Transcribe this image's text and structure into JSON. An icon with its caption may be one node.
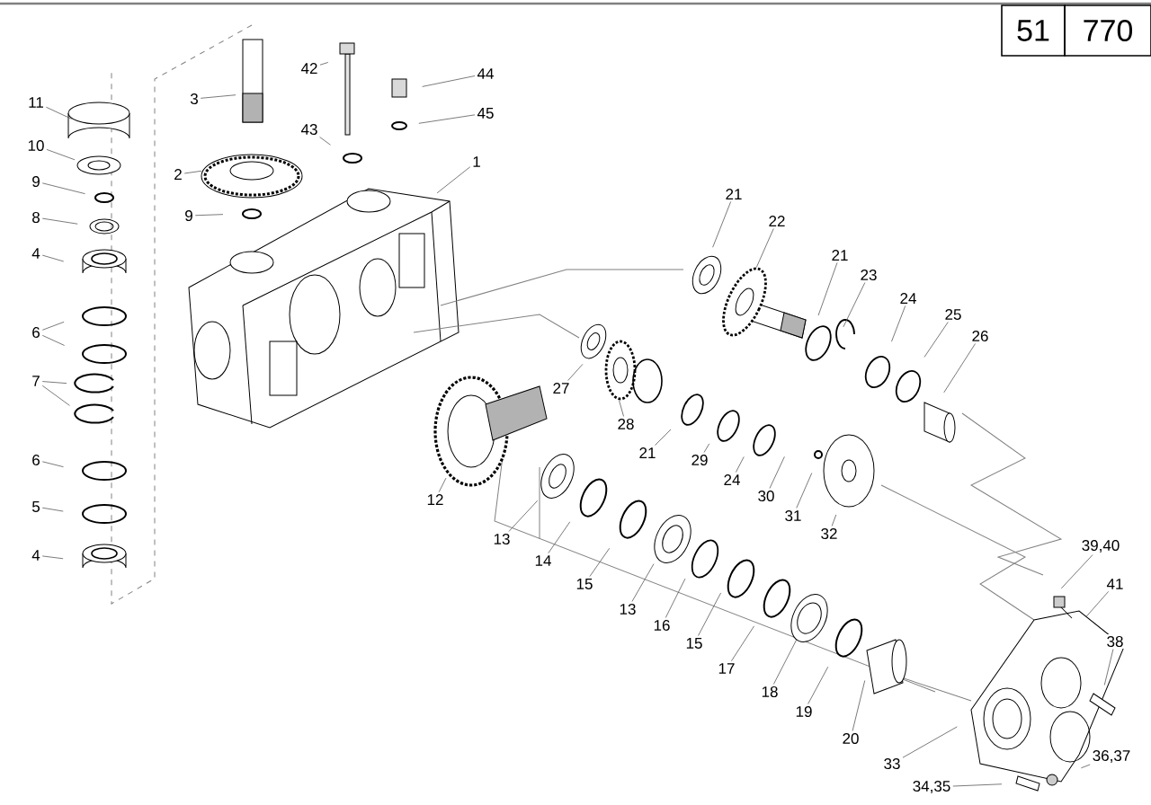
{
  "diagram": {
    "nodes": [
      {
        "text": [
          "11"
        ]
      },
      {
        "text": [
          "10"
        ]
      },
      {
        "text": [
          "9"
        ]
      },
      {
        "text": [
          "8"
        ]
      },
      {
        "text": [
          "4"
        ]
      },
      {
        "text": [
          "6"
        ]
      },
      {
        "text": [
          "7"
        ]
      },
      {
        "text": [
          "6"
        ]
      },
      {
        "text": [
          "5"
        ]
      },
      {
        "text": [
          "4"
        ]
      },
      {
        "text": [
          "3"
        ]
      },
      {
        "text": [
          "2"
        ]
      },
      {
        "text": [
          "9"
        ]
      },
      {
        "text": [
          "42"
        ]
      },
      {
        "text": [
          "43"
        ]
      },
      {
        "text": [
          "44"
        ]
      },
      {
        "text": [
          "45"
        ]
      },
      {
        "text": [
          "1"
        ]
      },
      {
        "text": [
          "21"
        ]
      },
      {
        "text": [
          "22"
        ]
      },
      {
        "text": [
          "21"
        ]
      },
      {
        "text": [
          "23"
        ]
      },
      {
        "text": [
          "24"
        ]
      },
      {
        "text": [
          "25"
        ]
      },
      {
        "text": [
          "26"
        ]
      },
      {
        "text": [
          "27"
        ]
      },
      {
        "text": [
          "28"
        ]
      },
      {
        "text": [
          "21"
        ]
      },
      {
        "text": [
          "29"
        ]
      },
      {
        "text": [
          "24"
        ]
      },
      {
        "text": [
          "30"
        ]
      },
      {
        "text": [
          "31"
        ]
      },
      {
        "text": [
          "32"
        ]
      },
      {
        "text": [
          "12"
        ]
      },
      {
        "text": [
          "13"
        ]
      },
      {
        "text": [
          "14"
        ]
      },
      {
        "text": [
          "15"
        ]
      },
      {
        "text": [
          "13"
        ]
      },
      {
        "text": [
          "16"
        ]
      },
      {
        "text": [
          "15"
        ]
      },
      {
        "text": [
          "17"
        ]
      },
      {
        "text": [
          "18"
        ]
      },
      {
        "text": [
          "19"
        ]
      },
      {
        "text": [
          "20"
        ]
      },
      {
        "text": [
          "33"
        ]
      },
      {
        "text": [
          "34,35"
        ]
      },
      {
        "text": [
          "36,37"
        ]
      },
      {
        "text": [
          "38"
        ]
      },
      {
        "text": [
          "39,40"
        ]
      },
      {
        "text": [
          "41"
        ]
      }
    ],
    "edges": [
      {
        "from": 0,
        "to": null,
        "arrow": "none"
      },
      {
        "from": 1,
        "to": null,
        "arrow": "none"
      },
      {
        "from": 2,
        "to": null,
        "arrow": "none"
      },
      {
        "from": 3,
        "to": null,
        "arrow": "none"
      },
      {
        "from": 4,
        "to": null,
        "arrow": "none"
      },
      {
        "from": 5,
        "to": null,
        "arrow": "none"
      },
      {
        "from": 5,
        "to": null,
        "arrow": "none"
      },
      {
        "from": 6,
        "to": null,
        "arrow": "none"
      },
      {
        "from": 6,
        "to": null,
        "arrow": "none"
      },
      {
        "from": 7,
        "to": null,
        "arrow": "none"
      },
      {
        "from": 8,
        "to": null,
        "arrow": "none"
      },
      {
        "from": 9,
        "to": null,
        "arrow": "none"
      },
      {
        "from": 10,
        "to": null,
        "arrow": "none"
      },
      {
        "from": 11,
        "to": null,
        "arrow": "none"
      },
      {
        "from": 12,
        "to": null,
        "arrow": "none"
      },
      {
        "from": 13,
        "to": null,
        "arrow": "none"
      },
      {
        "from": 14,
        "to": null,
        "arrow": "none"
      },
      {
        "from": 15,
        "to": null,
        "arrow": "none"
      },
      {
        "from": 16,
        "to": null,
        "arrow": "none"
      },
      {
        "from": 17,
        "to": null,
        "arrow": "none"
      },
      {
        "from": 18,
        "to": null,
        "arrow": "none"
      },
      {
        "from": 19,
        "to": null,
        "arrow": "none"
      },
      {
        "from": 20,
        "to": null,
        "arrow": "none"
      },
      {
        "from": 21,
        "to": null,
        "arrow": "none"
      },
      {
        "from": 22,
        "to": null,
        "arrow": "none"
      },
      {
        "from": 23,
        "to": null,
        "arrow": "none"
      },
      {
        "from": 24,
        "to": null,
        "arrow": "none"
      },
      {
        "from": 25,
        "to": null,
        "arrow": "none"
      },
      {
        "from": 26,
        "to": null,
        "arrow": "none"
      },
      {
        "from": 27,
        "to": null,
        "arrow": "none"
      },
      {
        "from": 28,
        "to": null,
        "arrow": "none"
      },
      {
        "from": 29,
        "to": null,
        "arrow": "none"
      },
      {
        "from": 30,
        "to": null,
        "arrow": "none"
      },
      {
        "from": 31,
        "to": null,
        "arrow": "none"
      },
      {
        "from": 32,
        "to": null,
        "arrow": "none"
      },
      {
        "from": 33,
        "to": null,
        "arrow": "none"
      },
      {
        "from": 34,
        "to": null,
        "arrow": "none"
      },
      {
        "from": 35,
        "to": null,
        "arrow": "none"
      },
      {
        "from": 36,
        "to": null,
        "arrow": "none"
      },
      {
        "from": 37,
        "to": null,
        "arrow": "none"
      },
      {
        "from": 38,
        "to": null,
        "arrow": "none"
      },
      {
        "from": 39,
        "to": null,
        "arrow": "none"
      },
      {
        "from": 40,
        "to": null,
        "arrow": "none"
      },
      {
        "from": 41,
        "to": null,
        "arrow": "none"
      },
      {
        "from": 42,
        "to": null,
        "arrow": "none"
      },
      {
        "from": 43,
        "to": null,
        "arrow": "none"
      },
      {
        "from": 44,
        "to": null,
        "arrow": "none"
      },
      {
        "from": 45,
        "to": null,
        "arrow": "none"
      },
      {
        "from": 46,
        "to": null,
        "arrow": "none"
      },
      {
        "from": 47,
        "to": null,
        "arrow": "none"
      },
      {
        "from": 48,
        "to": null,
        "arrow": "none"
      },
      {
        "from": 49,
        "to": null,
        "arrow": "none"
      }
    ],
    "labels": [
      "51",
      "770"
    ]
  }
}
